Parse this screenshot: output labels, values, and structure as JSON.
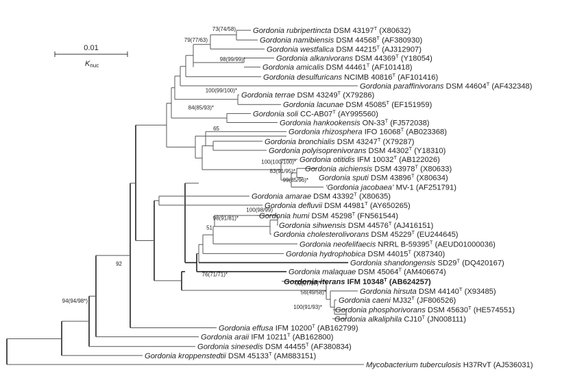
{
  "scale_bar": {
    "value": "0.01",
    "label": "K",
    "label_sub": "nuc"
  },
  "tips": [
    {
      "italic": "Gordonia rubripertincta",
      "rest": " DSM 43197",
      "sup": "T",
      "acc": " (X80632)"
    },
    {
      "italic": "Gordonia namibiensis",
      "rest": " DSM 44568",
      "sup": "T",
      "acc": " (AF380930)"
    },
    {
      "italic": "Gordonia westfalica",
      "rest": " DSM 44215",
      "sup": "T",
      "acc": " (AJ312907)"
    },
    {
      "italic": "Gordonia alkanivorans",
      "rest": " DSM 44369",
      "sup": "T",
      "acc": " (Y18054)"
    },
    {
      "italic": "Gordonia amicalis",
      "rest": " DSM 44461",
      "sup": "T",
      "acc": " (AF101418)"
    },
    {
      "italic": "Gordonia desulfuricans",
      "rest": " NCIMB 40816",
      "sup": "T",
      "acc": " (AF101416)"
    },
    {
      "italic": "Gordonia paraffinivorans",
      "rest": " DSM 44604",
      "sup": "T",
      "acc": " (AF432348)"
    },
    {
      "italic": "Gordonia terrae",
      "rest": " DSM 43249",
      "sup": "T",
      "acc": " (X79286)"
    },
    {
      "italic": "Gordonia lacunae",
      "rest": " DSM 45085",
      "sup": "T",
      "acc": " (EF151959)"
    },
    {
      "italic": "Gordonia soli",
      "rest": " CC-AB07",
      "sup": "T",
      "acc": " (AY995560)"
    },
    {
      "italic": "Gordonia hankookensis",
      "rest": " ON-33",
      "sup": "T",
      "acc": " (FJ572038)"
    },
    {
      "italic": "Gordonia rhizosphera",
      "rest": " IFO 16068",
      "sup": "T",
      "acc": " (AB023368)"
    },
    {
      "italic": "Gordonia bronchialis",
      "rest": " DSM 43247",
      "sup": "T",
      "acc": " (X79287)"
    },
    {
      "italic": "Gordonia polyisoprenivorans",
      "rest": " DSM 44302",
      "sup": "T",
      "acc": " (Y18310)"
    },
    {
      "italic": "Gordonia otitidis",
      "rest": " IFM 10032",
      "sup": "T",
      "acc": " (AB122026)"
    },
    {
      "italic": "Gordonia aichiensis",
      "rest": " DSM 43978",
      "sup": "T",
      "acc": " (X80633)"
    },
    {
      "italic": "Gordonia sputi",
      "rest": " DSM 43896",
      "sup": "T",
      "acc": " (X80634)"
    },
    {
      "italic": "‘Gordonia jacobaea’",
      "rest": " MV-1",
      "sup": "",
      "acc": " (AF251791)"
    },
    {
      "italic": "Gordonia amarae",
      "rest": " DSM 43392",
      "sup": "T",
      "acc": " (X80635)"
    },
    {
      "italic": "Gordonia defluvii",
      "rest": " DSM 44981",
      "sup": "T",
      "acc": " (AY650265)"
    },
    {
      "italic": "Gordonia humi",
      "rest": " DSM 45298",
      "sup": "T",
      "acc": " (FN561544)"
    },
    {
      "italic": "Gordonia sihwensis",
      "rest": " DSM 44576",
      "sup": "T",
      "acc": " (AJ416151)"
    },
    {
      "italic": "Gordonia cholesterolivorans",
      "rest": " DSM 45229",
      "sup": "T",
      "acc": " (EU244645)"
    },
    {
      "italic": "Gordonia neofelifaecis",
      "rest": " NRRL B-59395",
      "sup": "T",
      "acc": " (AEUD01000036)"
    },
    {
      "italic": "Gordonia hydrophobica",
      "rest": " DSM 44015",
      "sup": "T",
      "acc": " (X87340)"
    },
    {
      "italic": "Gordonia shandongensis",
      "rest": " SD29",
      "sup": "T",
      "acc": " (DQ420167)"
    },
    {
      "italic": "Gordonia malaquae",
      "rest": " DSM 45064",
      "sup": "T",
      "acc": " (AM406674)"
    },
    {
      "italic": "Gordonia iterans",
      "rest": " IFM 10348",
      "sup": "T",
      "acc": " (AB624257)",
      "bold": true
    },
    {
      "italic": "Gordonia hirsuta",
      "rest": " DSM 44140",
      "sup": "T",
      "acc": " (X93485)"
    },
    {
      "italic": "Gordonia caeni",
      "rest": " MJ32",
      "sup": "T",
      "acc": " (JF806526)"
    },
    {
      "italic": "Gordonia phosphorivorans",
      "rest": " DSM 45630",
      "sup": "T",
      "acc": " (HE574551)"
    },
    {
      "italic": "Gordonia alkaliphila",
      "rest": " CJ10",
      "sup": "T",
      "acc": " (JN008111)"
    },
    {
      "italic": "Gordonia effusa",
      "rest": " IFM 10200",
      "sup": "T",
      "acc": " (AB162799)"
    },
    {
      "italic": "Gordonia araii",
      "rest": " IFM 10211",
      "sup": "T",
      "acc": " (AB162800)"
    },
    {
      "italic": "Gordonia sinesedis",
      "rest": " DSM 44455",
      "sup": "T",
      "acc": " (AF380834)"
    },
    {
      "italic": "Gordonia kroppenstedtii",
      "rest": " DSM 45133",
      "sup": "T",
      "acc": " (AM883151)"
    },
    {
      "italic": "Mycobacterium tuberculosis",
      "rest": " H37RvT",
      "sup": "",
      "acc": " (AJ536031)"
    }
  ],
  "support_values": [
    "73(74/58)",
    "79(77/63)",
    "98(99/99)*",
    "100(99/100)*",
    "84(85/93)*",
    "65",
    "100(100/100)*",
    "83(91/95)*",
    "99(85/96)*",
    "100(98/99)",
    "98(91/81)*",
    "51",
    "92",
    "76(71/71)*",
    "99(97/97)*",
    "56(49/58)*",
    "100(91/93)*",
    "94(94/98*)"
  ]
}
